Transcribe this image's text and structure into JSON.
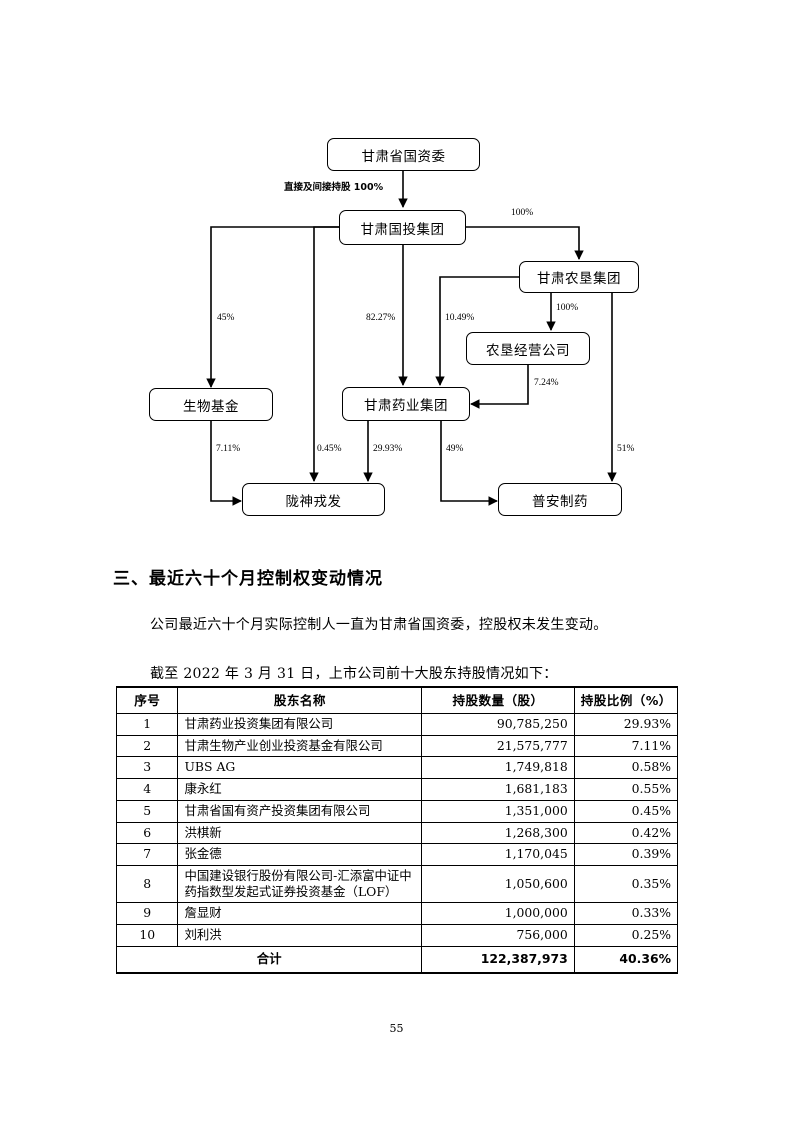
{
  "diagram": {
    "nodes": [
      {
        "id": "sasac",
        "label": "甘肃省国资委"
      },
      {
        "id": "guotou",
        "label": "甘肃国投集团"
      },
      {
        "id": "nongken",
        "label": "甘肃农垦集团"
      },
      {
        "id": "nongken_op",
        "label": "农垦经营公司"
      },
      {
        "id": "bio_fund",
        "label": "生物基金"
      },
      {
        "id": "yaoye",
        "label": "甘肃药业集团"
      },
      {
        "id": "longshen",
        "label": "陇神戎发"
      },
      {
        "id": "puan",
        "label": "普安制药"
      }
    ],
    "edge_labels": {
      "sasac_to_guotou": "直接及间接持股 100%",
      "guotou_to_nongken": "100%",
      "guotou_to_biofund": "45%",
      "guotou_to_yaoye": "82.27%",
      "nongken_to_yaoye": "10.49%",
      "nongken_to_nongken_op": "100%",
      "nongken_op_to_yaoye": "7.24%",
      "nongken_to_puan": "51%",
      "biofund_to_longshen": "7.11%",
      "guotou_to_longshen": "0.45%",
      "yaoye_to_longshen": "29.93%",
      "yaoye_to_puan": "49%"
    }
  },
  "heading": "三、最近六十个月控制权变动情况",
  "paragraphs": [
    "公司最近六十个月实际控制人一直为甘肃省国资委，控股权未发生变动。",
    "截至 2022 年 3 月 31 日，上市公司前十大股东持股情况如下："
  ],
  "table": {
    "headers": [
      "序号",
      "股东名称",
      "持股数量（股）",
      "持股比例（%）"
    ],
    "rows": [
      {
        "index": "1",
        "name": "甘肃药业投资集团有限公司",
        "qty": "90,785,250",
        "pct": "29.93%"
      },
      {
        "index": "2",
        "name": "甘肃生物产业创业投资基金有限公司",
        "qty": "21,575,777",
        "pct": "7.11%"
      },
      {
        "index": "3",
        "name": "UBS AG",
        "qty": "1,749,818",
        "pct": "0.58%"
      },
      {
        "index": "4",
        "name": "康永红",
        "qty": "1,681,183",
        "pct": "0.55%"
      },
      {
        "index": "5",
        "name": "甘肃省国有资产投资集团有限公司",
        "qty": "1,351,000",
        "pct": "0.45%"
      },
      {
        "index": "6",
        "name": "洪棋新",
        "qty": "1,268,300",
        "pct": "0.42%"
      },
      {
        "index": "7",
        "name": "张金德",
        "qty": "1,170,045",
        "pct": "0.39%"
      },
      {
        "index": "8",
        "name": "中国建设银行股份有限公司-汇添富中证中药指数型发起式证券投资基金（LOF）",
        "qty": "1,050,600",
        "pct": "0.35%"
      },
      {
        "index": "9",
        "name": "詹显财",
        "qty": "1,000,000",
        "pct": "0.33%"
      },
      {
        "index": "10",
        "name": "刘利洪",
        "qty": "756,000",
        "pct": "0.25%"
      }
    ],
    "total": {
      "label": "合计",
      "qty": "122,387,973",
      "pct": "40.36%"
    }
  },
  "page_number": "55"
}
